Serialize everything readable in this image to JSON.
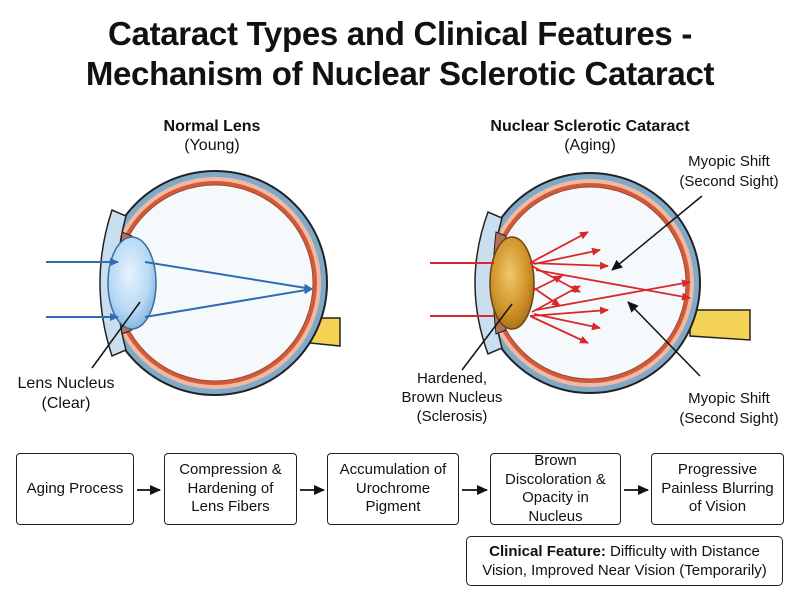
{
  "title": {
    "line1": "Cataract Types and Clinical Features -",
    "line2": "Mechanism of Nuclear Sclerotic Cataract"
  },
  "left_eye": {
    "heading": "Normal Lens",
    "subheading": "(Young)",
    "nucleus_label": [
      "Lens Nucleus",
      "(Clear)"
    ]
  },
  "right_eye": {
    "heading": "Nuclear Sclerotic Cataract",
    "subheading": "(Aging)",
    "top_callout": [
      "Myopic Shift",
      "(Second Sight)"
    ],
    "bottom_callout": [
      "Myopic Shift",
      "(Second Sight)"
    ],
    "nucleus_label": [
      "Hardened,",
      "Brown Nucleus",
      "(Sclerosis)"
    ]
  },
  "flow": [
    "Aging Process",
    "Compression &\nHardening of\nLens Fibers",
    "Accumulation of\nUrochrome\nPigment",
    "Brown\nDiscoloration &\nOpacity in Nucleus",
    "Progressive\nPainless Blurring\nof Vision"
  ],
  "clinical_note": {
    "label": "Clinical Feature:",
    "text": " Difficulty with Distance Vision, Improved Near Vision (Temporarily)"
  },
  "colors": {
    "ray_blue": "#2f6db3",
    "ray_red": "#d8282a",
    "clear_lens": "#a8d0f0",
    "brown_lens": "#c98b1e",
    "optic_nerve": "#f4d255",
    "sclera_outline": "#c7552e"
  }
}
